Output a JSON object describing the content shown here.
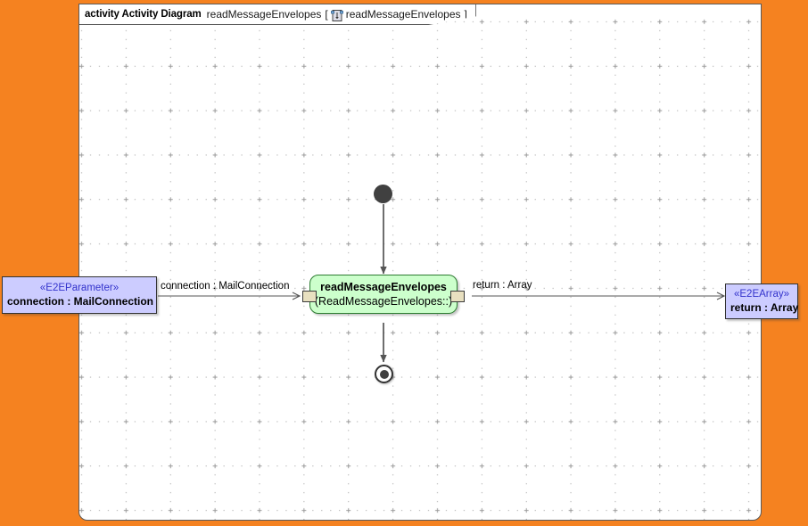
{
  "canvas": {
    "background_color": "#F58220",
    "frame_background": "#FFFFFF",
    "frame_border_color": "#5A5A5A"
  },
  "frame_header": {
    "kind": "activity Activity Diagram",
    "name": "readMessageEnvelopes",
    "bracket_open": "[",
    "icon": "activity-model-element-icon",
    "reference": "readMessageEnvelopes",
    "bracket_close": "]"
  },
  "nodes": {
    "initial": {
      "name": "initial-node",
      "color": "#404040"
    },
    "action": {
      "name": "readMessageEnvelopes",
      "behaviour": "(ReadMessageEnvelopes::)",
      "fill": "#CCFFCC",
      "border": "#2E7D32"
    },
    "final": {
      "name": "activity-final-node",
      "color": "#404040"
    },
    "input_parameter": {
      "stereotype": "«E2EParameter»",
      "label": "connection : MailConnection",
      "fill": "#CCCCFF",
      "stereotype_color": "#3333CC"
    },
    "output_parameter": {
      "stereotype": "«E2EArray»",
      "label": "return : Array",
      "fill": "#CCCCFF",
      "stereotype_color": "#3333CC"
    }
  },
  "pins": {
    "input_pin": "input-pin",
    "output_pin": "output-pin",
    "fill": "#E8E0C0"
  },
  "edges": {
    "input_flow_label": "connection : MailConnection",
    "output_flow_label": "return : Array"
  }
}
